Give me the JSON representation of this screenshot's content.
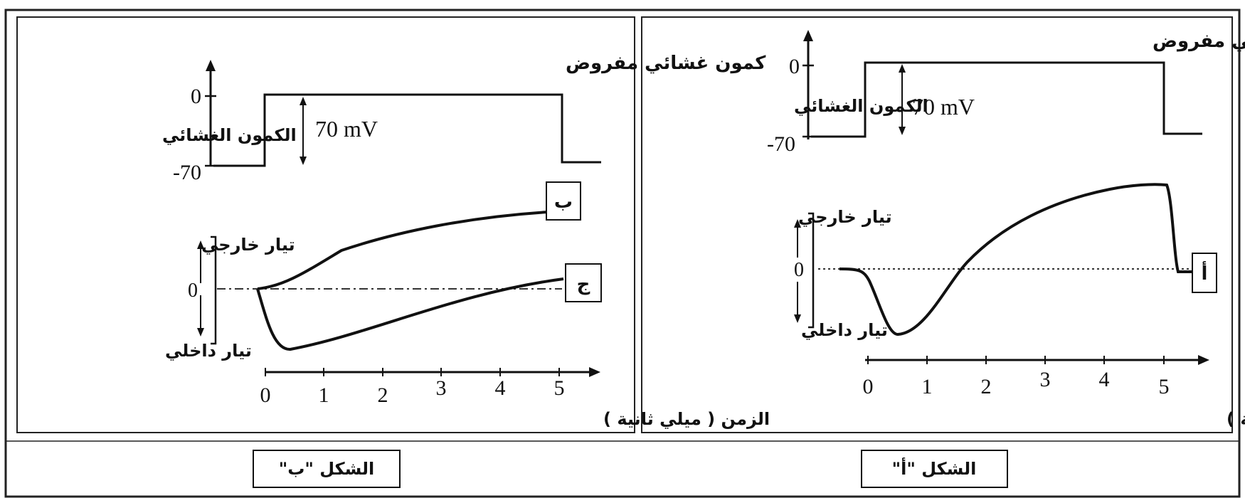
{
  "panel_a": {
    "caption": "الشكل \"أ\"",
    "voltage_title": "كمون غشائي مفروض",
    "voltage_axis_label": "الكمون الغشائي",
    "voltage_tick_zero": "0",
    "voltage_tick_rest": "-70",
    "voltage_step_label": "70 mV",
    "current_outward_label": "تيار خارجي",
    "current_inward_label": "تيار داخلي",
    "current_tick_zero": "0",
    "time_ticks": [
      "0",
      "1",
      "2",
      "3",
      "4",
      "5"
    ],
    "time_axis_label": "الزمن ( ميلي ثانية )",
    "curve_tags": [
      "أ"
    ]
  },
  "panel_b": {
    "caption": "الشكل \"ب\"",
    "voltage_title": "كمون غشائي مفروض",
    "voltage_axis_label": "الكمون الغشائي",
    "voltage_tick_zero": "0",
    "voltage_tick_rest": "-70",
    "voltage_step_label": "70 mV",
    "current_outward_label": "تيار خارجي",
    "current_inward_label": "تيار داخلي",
    "current_tick_zero": "0",
    "time_ticks": [
      "0",
      "1",
      "2",
      "3",
      "4",
      "5"
    ],
    "time_axis_label": "الزمن ( ميلي ثانية )",
    "curve_tags": [
      "ب",
      "ج"
    ]
  }
}
